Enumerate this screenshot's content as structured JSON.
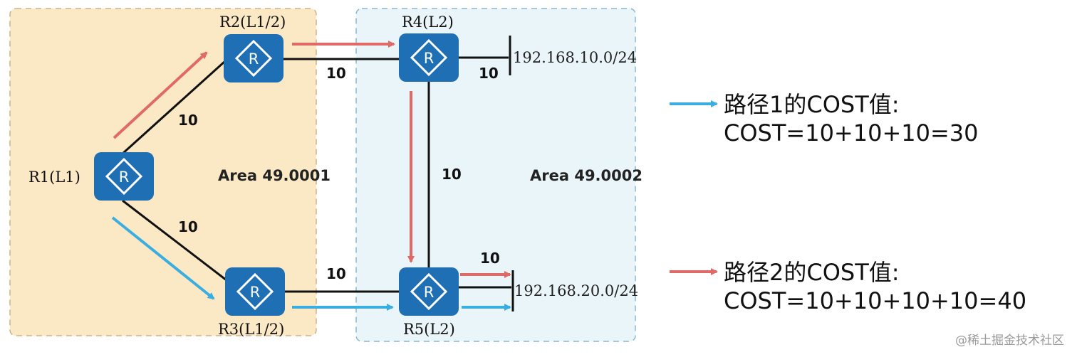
{
  "areas": {
    "left": {
      "label": "Area 49.0001",
      "fill": "#fbe9c6"
    },
    "right": {
      "label": "Area 49.0002",
      "fill": "#eaf5f9"
    }
  },
  "routers": {
    "r1": "R1(L1)",
    "r2": "R2(L1/2)",
    "r3": "R3(L1/2)",
    "r4": "R4(L2)",
    "r5": "R5(L2)",
    "icon_letter": "R"
  },
  "links": {
    "r1_r2": "10",
    "r1_r3": "10",
    "r2_r4": "10",
    "r3_r5": "10",
    "r4_r5": "10",
    "r4_net": "10",
    "r5_net": "10"
  },
  "networks": {
    "net1": "192.168.10.0/24",
    "net2": "192.168.20.0/24"
  },
  "legend": {
    "path1_title": "路径1的COST值:",
    "path1_formula": "COST=10+10+10=30",
    "path2_title": "路径2的COST值:",
    "path2_formula": "COST=10+10+10+10=40"
  },
  "watermark": "@稀土掘金技术社区",
  "colors": {
    "router": "#1f6fb5",
    "red_arrow": "#e06a66",
    "blue_arrow": "#3aaee0",
    "link": "#111111"
  }
}
